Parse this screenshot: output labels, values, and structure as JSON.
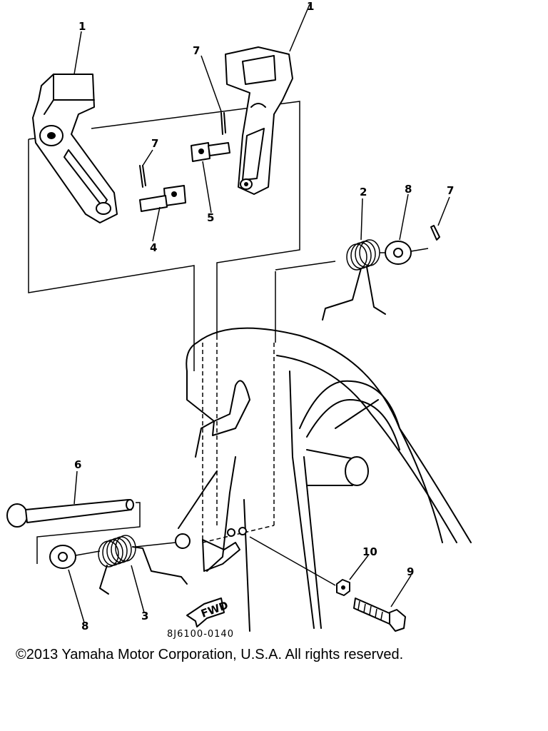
{
  "diagram": {
    "callouts": {
      "c1a": "1",
      "c1b": "1",
      "c2": "2",
      "c3": "3",
      "c4": "4",
      "c5": "5",
      "c6": "6",
      "c7a": "7",
      "c7b": "7",
      "c7c": "7",
      "c8a": "8",
      "c8b": "8",
      "c9": "9",
      "c10": "10"
    },
    "direction_label": "FWD",
    "part_number": "8J6100-0140"
  },
  "footer": {
    "copyright": "©2013 Yamaha Motor Corporation, U.S.A. All rights reserved."
  }
}
